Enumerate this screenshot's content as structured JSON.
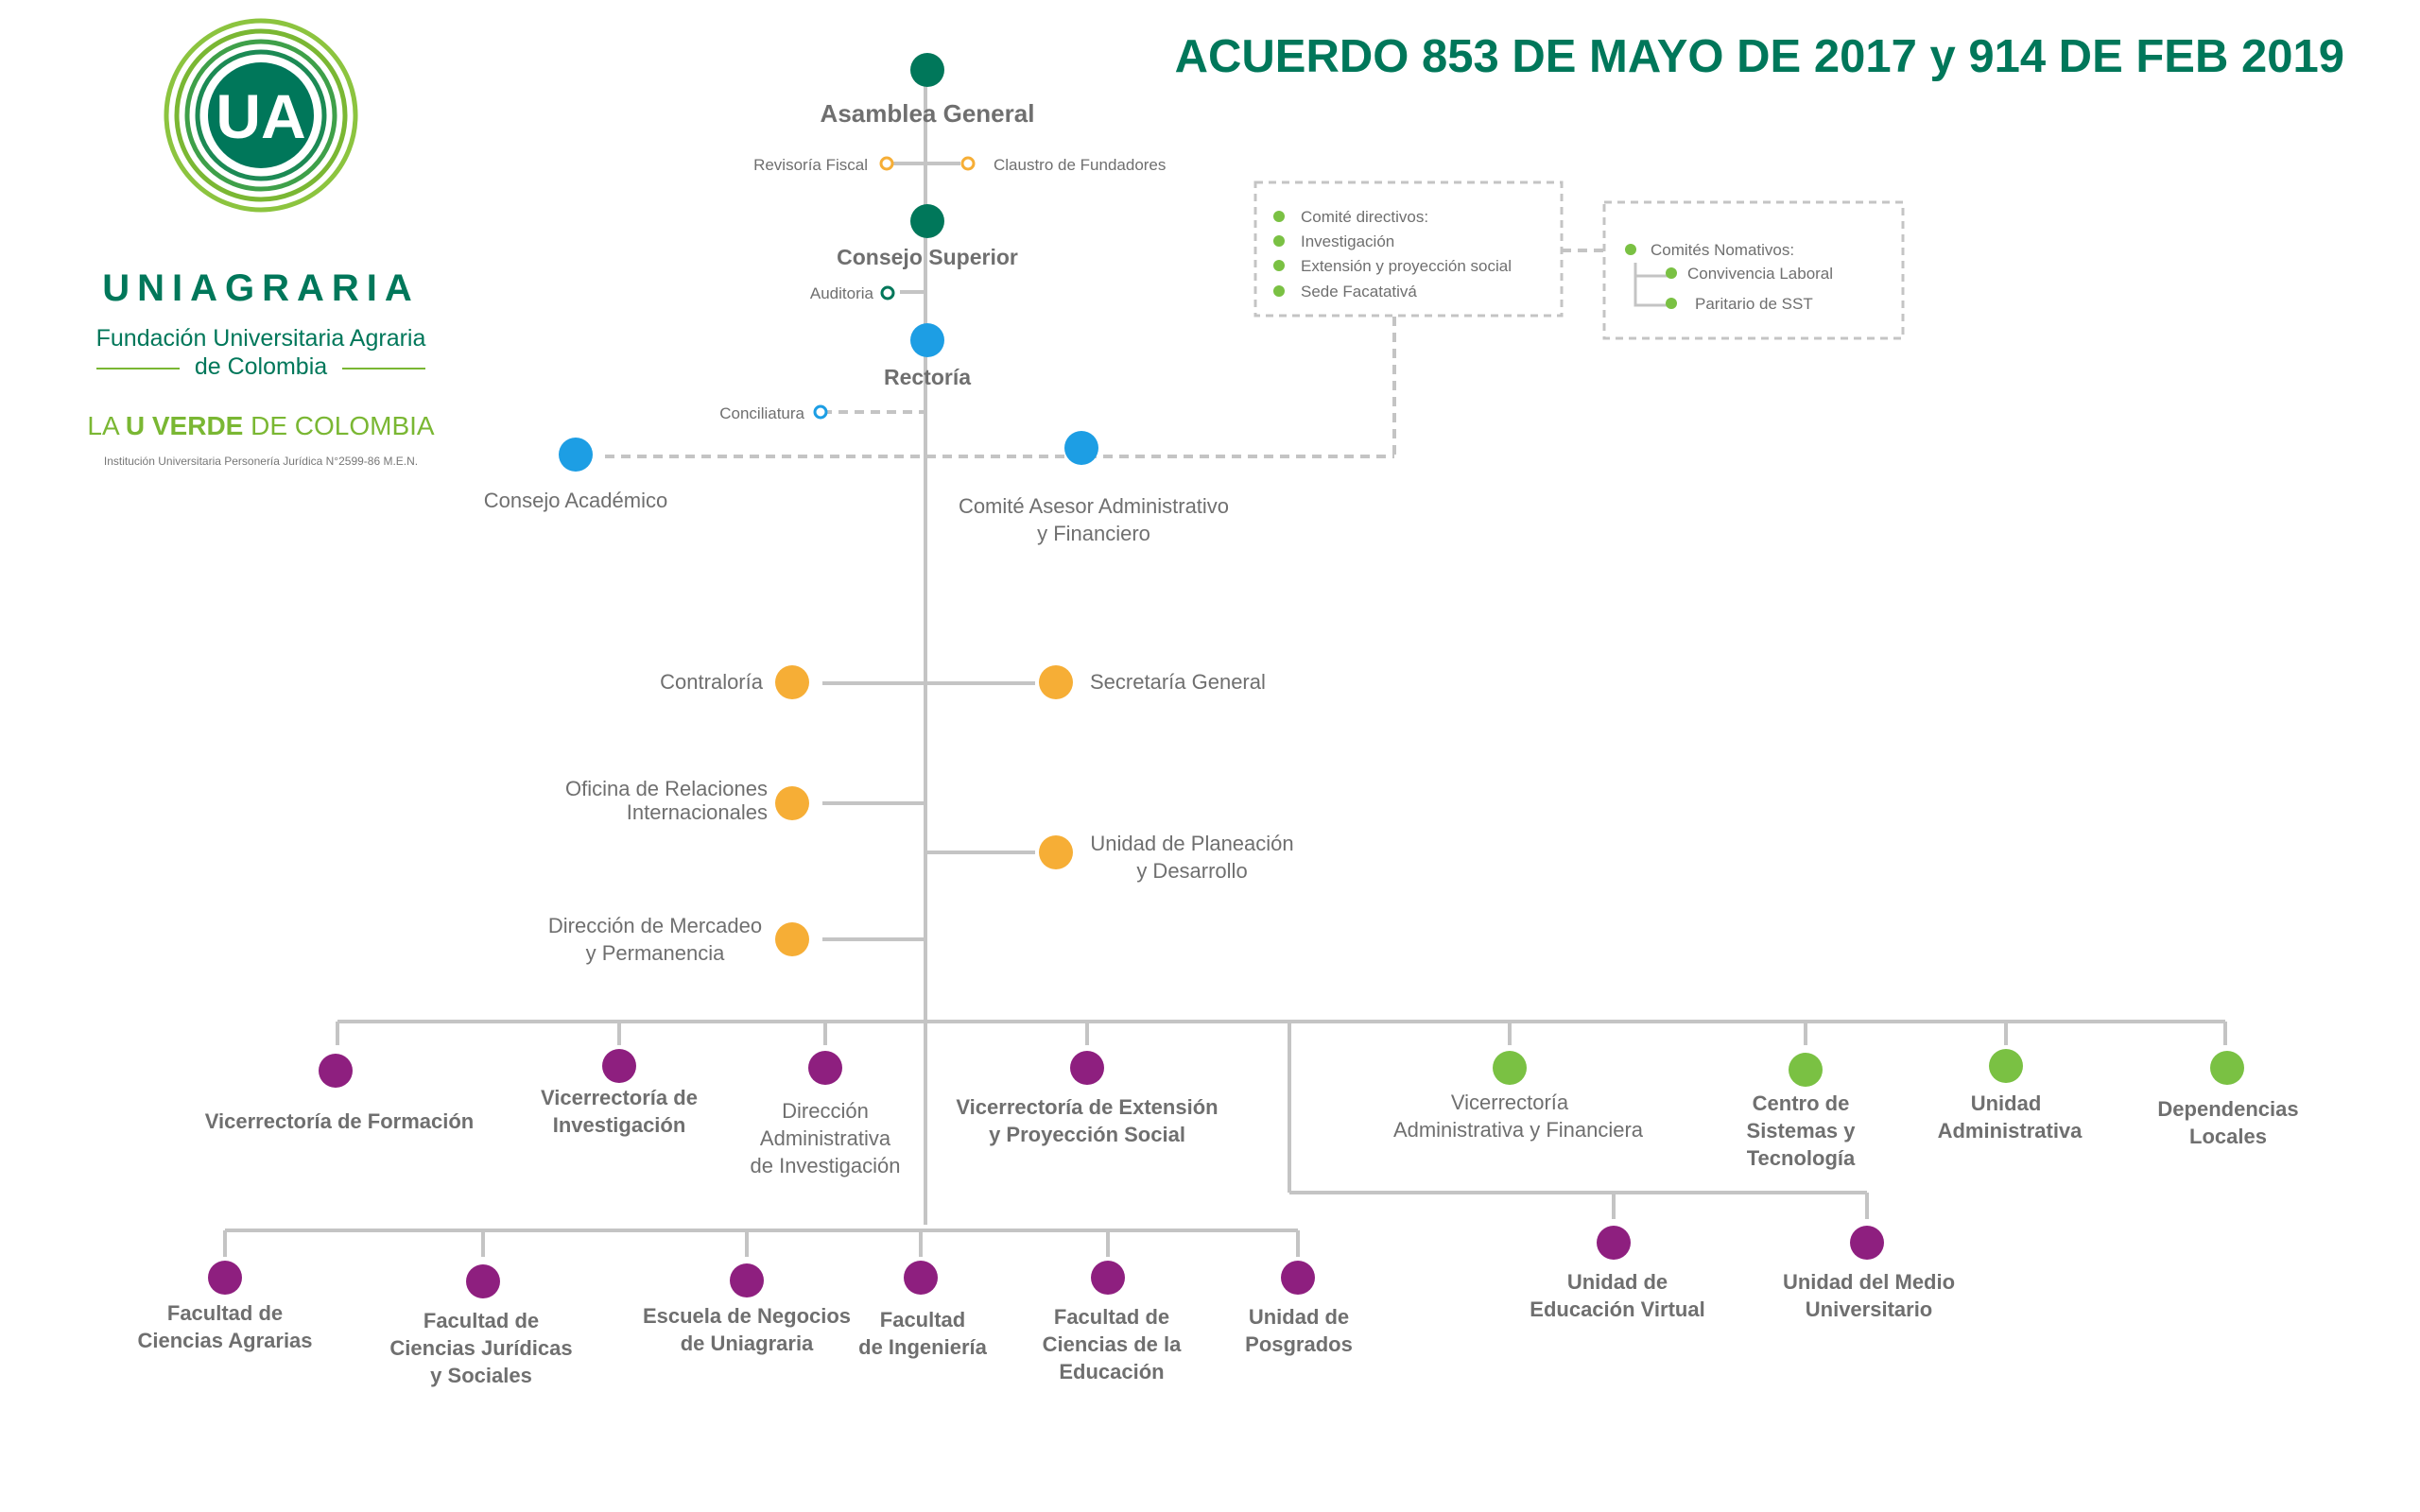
{
  "header": {
    "title": "ACUERDO 853  DE  MAYO DE 2017 y 914 DE FEB 2019"
  },
  "brand": {
    "logo_text": "UA",
    "name": "UNIAGRARIA",
    "subtitle_line1": "Fundación Universitaria Agraria",
    "subtitle_line2": "de Colombia",
    "slogan_pre": "LA ",
    "slogan_strong": "U VERDE",
    "slogan_post": " DE COLOMBIA",
    "legal": "Institución Universitaria Personería Jurídica N°2599-86 M.E.N.",
    "color_dark": "#00775a",
    "color_light": "#7ab733"
  },
  "colors": {
    "governance": "#00775a",
    "executive": "#1d9ee4",
    "staff": "#f6ae36",
    "academic": "#8e1f7f",
    "administrative": "#7ac143",
    "line": "#c4c4c4",
    "label": "#6f6f6f"
  },
  "top": {
    "assembly": "Asamblea General",
    "fiscal_review": "Revisoría Fiscal",
    "founders": "Claustro de Fundadores",
    "board": "Consejo Superior",
    "audit": "Auditoria",
    "rectory": "Rectoría",
    "conciliation": "Conciliatura"
  },
  "councils": {
    "academic": "Consejo Académico",
    "advisory_line1": "Comité Asesor Administrativo",
    "advisory_line2": "y Financiero"
  },
  "committees": {
    "directive_items": [
      "Comité directivos:",
      "Investigación",
      "Extensión y proyección social",
      "Sede Facatativá"
    ],
    "normative_title": "Comités Nomativos:",
    "normative_items": [
      "Convivencia Laboral",
      "Paritario de SST"
    ]
  },
  "staff_units": {
    "comptroller": "Contraloría",
    "secretary": "Secretaría General",
    "intl_line1": "Oficina de Relaciones",
    "intl_line2": "Internacionales",
    "planning_line1": "Unidad de Planeación",
    "planning_line2": "y Desarrollo",
    "marketing_line1": "Dirección de Mercadeo",
    "marketing_line2": "y Permanencia"
  },
  "vice": {
    "formation": "Vicerrectoría de Formación",
    "research_line1": "Vicerrectoría de",
    "research_line2": "Investigación",
    "research_dir_line1": "Dirección",
    "research_dir_line2": "Administrativa",
    "research_dir_line3": "de Investigación",
    "extension_line1": "Vicerrectoría de Extensión",
    "extension_line2": "y Proyección Social",
    "admin_line1": "Vicerrectoría",
    "admin_line2": "Administrativa y Financiera",
    "systems_line1": "Centro de",
    "systems_line2": "Sistemas y",
    "systems_line3": "Tecnología",
    "admin_unit_line1": "Unidad",
    "admin_unit_line2": "Administrativa",
    "local_line1": "Dependencias",
    "local_line2": "Locales"
  },
  "lower_admin": {
    "virtual_line1": "Unidad de",
    "virtual_line2": "Educación Virtual",
    "welfare_line1": "Unidad del Medio",
    "welfare_line2": "Universitario"
  },
  "faculties": {
    "agrarian_line1": "Facultad de",
    "agrarian_line2": "Ciencias Agrarias",
    "legal_line1": "Facultad de",
    "legal_line2": "Ciencias Jurídicas",
    "legal_line3": "y Sociales",
    "business_line1": "Escuela de Negocios",
    "business_line2": "de Uniagraria",
    "engineering_line1": "Facultad",
    "engineering_line2": "de Ingeniería",
    "education_line1": "Facultad de",
    "education_line2": "Ciencias de la",
    "education_line3": "Educación",
    "postgrad_line1": "Unidad de",
    "postgrad_line2": "Posgrados"
  }
}
